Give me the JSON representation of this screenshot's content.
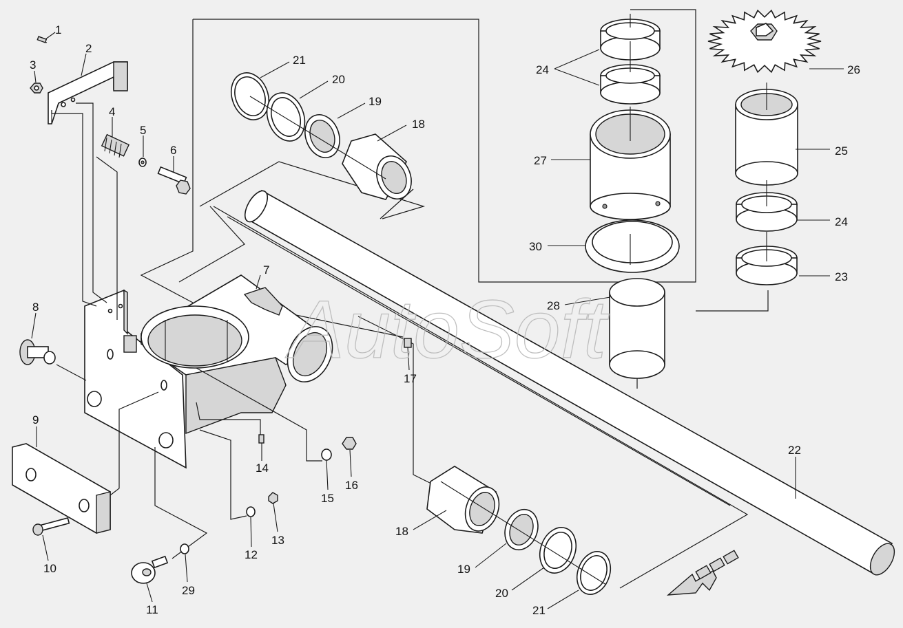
{
  "watermark": "AutoSoft",
  "colors": {
    "background": "#f0f0f0",
    "line": "#1a1a1a",
    "fill": "#ffffff",
    "shade": "#d6d6d6"
  },
  "callouts": [
    {
      "id": "c1",
      "text": "1"
    },
    {
      "id": "c2",
      "text": "2"
    },
    {
      "id": "c3",
      "text": "3"
    },
    {
      "id": "c4",
      "text": "4"
    },
    {
      "id": "c5",
      "text": "5"
    },
    {
      "id": "c6",
      "text": "6"
    },
    {
      "id": "c7",
      "text": "7"
    },
    {
      "id": "c8",
      "text": "8"
    },
    {
      "id": "c9",
      "text": "9"
    },
    {
      "id": "c10",
      "text": "10"
    },
    {
      "id": "c11",
      "text": "11"
    },
    {
      "id": "c12",
      "text": "12"
    },
    {
      "id": "c13",
      "text": "13"
    },
    {
      "id": "c14",
      "text": "14"
    },
    {
      "id": "c15",
      "text": "15"
    },
    {
      "id": "c16",
      "text": "16"
    },
    {
      "id": "c17",
      "text": "17"
    },
    {
      "id": "c18a",
      "text": "18"
    },
    {
      "id": "c18b",
      "text": "18"
    },
    {
      "id": "c19a",
      "text": "19"
    },
    {
      "id": "c19b",
      "text": "19"
    },
    {
      "id": "c20a",
      "text": "20"
    },
    {
      "id": "c20b",
      "text": "20"
    },
    {
      "id": "c21a",
      "text": "21"
    },
    {
      "id": "c21b",
      "text": "21"
    },
    {
      "id": "c22",
      "text": "22"
    },
    {
      "id": "c23",
      "text": "23"
    },
    {
      "id": "c24a",
      "text": "24"
    },
    {
      "id": "c24b",
      "text": "24"
    },
    {
      "id": "c25",
      "text": "25"
    },
    {
      "id": "c26",
      "text": "26"
    },
    {
      "id": "c27",
      "text": "27"
    },
    {
      "id": "c28",
      "text": "28"
    },
    {
      "id": "c29",
      "text": "29"
    },
    {
      "id": "c30",
      "text": "30"
    }
  ]
}
